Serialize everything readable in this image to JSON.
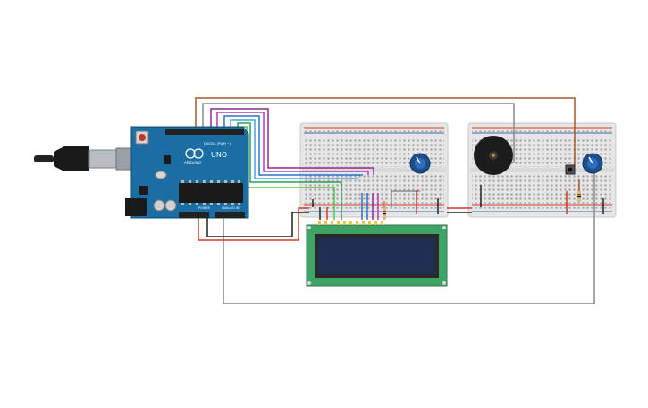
{
  "circuit": {
    "arduino": {
      "brand_text": "ARDUINO",
      "model_text": "UNO",
      "digital_label": "DIGITAL (PWM ~)",
      "power_label": "POWER",
      "analog_label": "ANALOG IN",
      "board_color": "#1a6ea3",
      "usb_color": "#9aa0a6"
    },
    "breadboards": {
      "count": 2,
      "body_color": "#e8e8e8",
      "rail_red": "#d23a2a",
      "rail_blue": "#3a6fb0"
    },
    "lcd": {
      "type": "LCD 16x2",
      "pcb_color": "#3fa365",
      "screen_color": "#1f2f52"
    },
    "components": [
      {
        "kind": "potentiometer",
        "icon": "potentiometer-icon"
      },
      {
        "kind": "piezo-buzzer",
        "icon": "buzzer-icon"
      },
      {
        "kind": "pushbutton",
        "icon": "pushbutton-icon"
      },
      {
        "kind": "potentiometer",
        "icon": "potentiometer-icon"
      },
      {
        "kind": "resistor",
        "icon": "resistor-icon"
      },
      {
        "kind": "resistor",
        "icon": "resistor-icon"
      }
    ],
    "wire_colors": [
      "#8b2d8b",
      "#2b74c9",
      "#2aa14a",
      "#d23a2a",
      "#222222",
      "#8a8a8a",
      "#a05a2c",
      "#e07a2e"
    ]
  }
}
